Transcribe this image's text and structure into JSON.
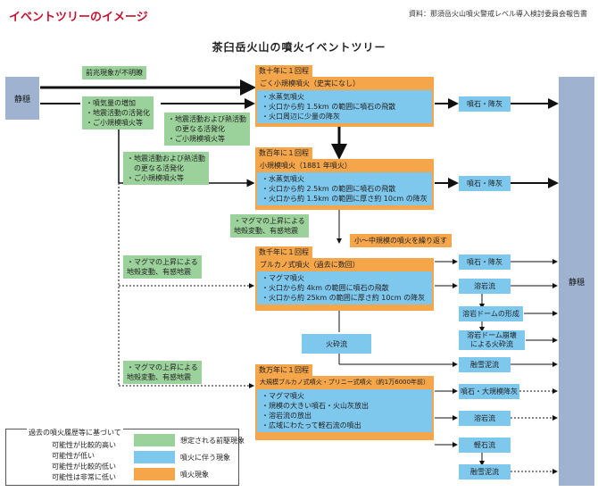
{
  "page_title": "イベントツリーのイメージ",
  "source": "資料：那須岳火山噴火警戒レベル導入検討委員会報告書",
  "diagram_title": "茶臼岳火山の噴火イベントツリー",
  "states": {
    "left": "静穏",
    "right": "静穏"
  },
  "precursors": {
    "p1": "前兆現象が不明瞭",
    "p2": [
      "・噴気量の増加",
      "・地震活動の活発化",
      "・ご小規模噴火等"
    ],
    "p3": [
      "・地震活動および熱活動",
      "　の更なる活発化",
      "・ご小規模噴火等"
    ],
    "p4": [
      "・地震活動および熱活動",
      "　の更なる活発化",
      "・ご小規模噴火等"
    ],
    "p5": [
      "・マグマの上昇による",
      "地殻変動、有感地震"
    ],
    "p6": [
      "・マグマの上昇による",
      "地殻変動、有感地震"
    ],
    "p7": [
      "・マグマの上昇による",
      "地殻変動、有感地震"
    ]
  },
  "events": [
    {
      "freq": "数十年に１回程",
      "title": "ごく小規模噴火（史実になし）",
      "items": [
        "・水蒸気噴火",
        "・火口から約 1.5km の範囲に噴石の飛散",
        "・火口周辺に少量の降灰"
      ]
    },
    {
      "freq": "数百年に１回程",
      "title": "小規模噴火（1881 年噴火）",
      "items": [
        "・水蒸気噴火",
        "・火口から約 2.5km の範囲に噴石の飛散",
        "・火口から約 1.5km の範囲に厚さ約 10cm の降灰"
      ]
    },
    {
      "freq": "数千年に１回程",
      "title": "ブルカノ式噴火（過去に数回）",
      "items": [
        "・マグマ噴火",
        "・火口から約 4km の範囲に噴石の飛散",
        "・火口から約 25km の範囲に厚さ約 10cm の降灰"
      ]
    },
    {
      "freq": "数万年に１回程",
      "title": "大規模ブルカノ式噴火・プリニー式噴火（約1万6000年前）",
      "items": [
        "・マグマ噴火",
        "・規模の大きい噴石・火山灰放出",
        "・溶岩流の放出",
        "・広域にわたって軽石流の噴出"
      ]
    }
  ],
  "repeat_note": "小〜中規模の噴火を繰り返す",
  "phenomena": {
    "r1": "噴石・降灰",
    "r2": "噴石・降灰",
    "r3": "噴石・降灰",
    "r4": "溶岩流",
    "r5": "溶岩ドームの形成",
    "r6": [
      "溶岩ドーム崩壊",
      "による火砕流"
    ],
    "pyroclastic": "火砕流",
    "r7": "融雪泥流",
    "r8": "噴石・大規模降灰",
    "r9": "溶岩流",
    "r10": "軽石流",
    "r11": "融雪泥流"
  },
  "legend": {
    "heading": "過去の噴火履歴等に基づいて",
    "lines": [
      "可能性が比較的高い",
      "可能性が低い",
      "可能性が比較的低い",
      "可能性は非常に低い"
    ],
    "colors": [
      "想定される前駆現象",
      "噴火に伴う現象",
      "噴火現象"
    ]
  },
  "colors": {
    "green": "#9bd29b",
    "blue": "#7ec8ee",
    "orange": "#f5a54a",
    "state": "#9fb3d1",
    "title_red": "#c8102e"
  }
}
